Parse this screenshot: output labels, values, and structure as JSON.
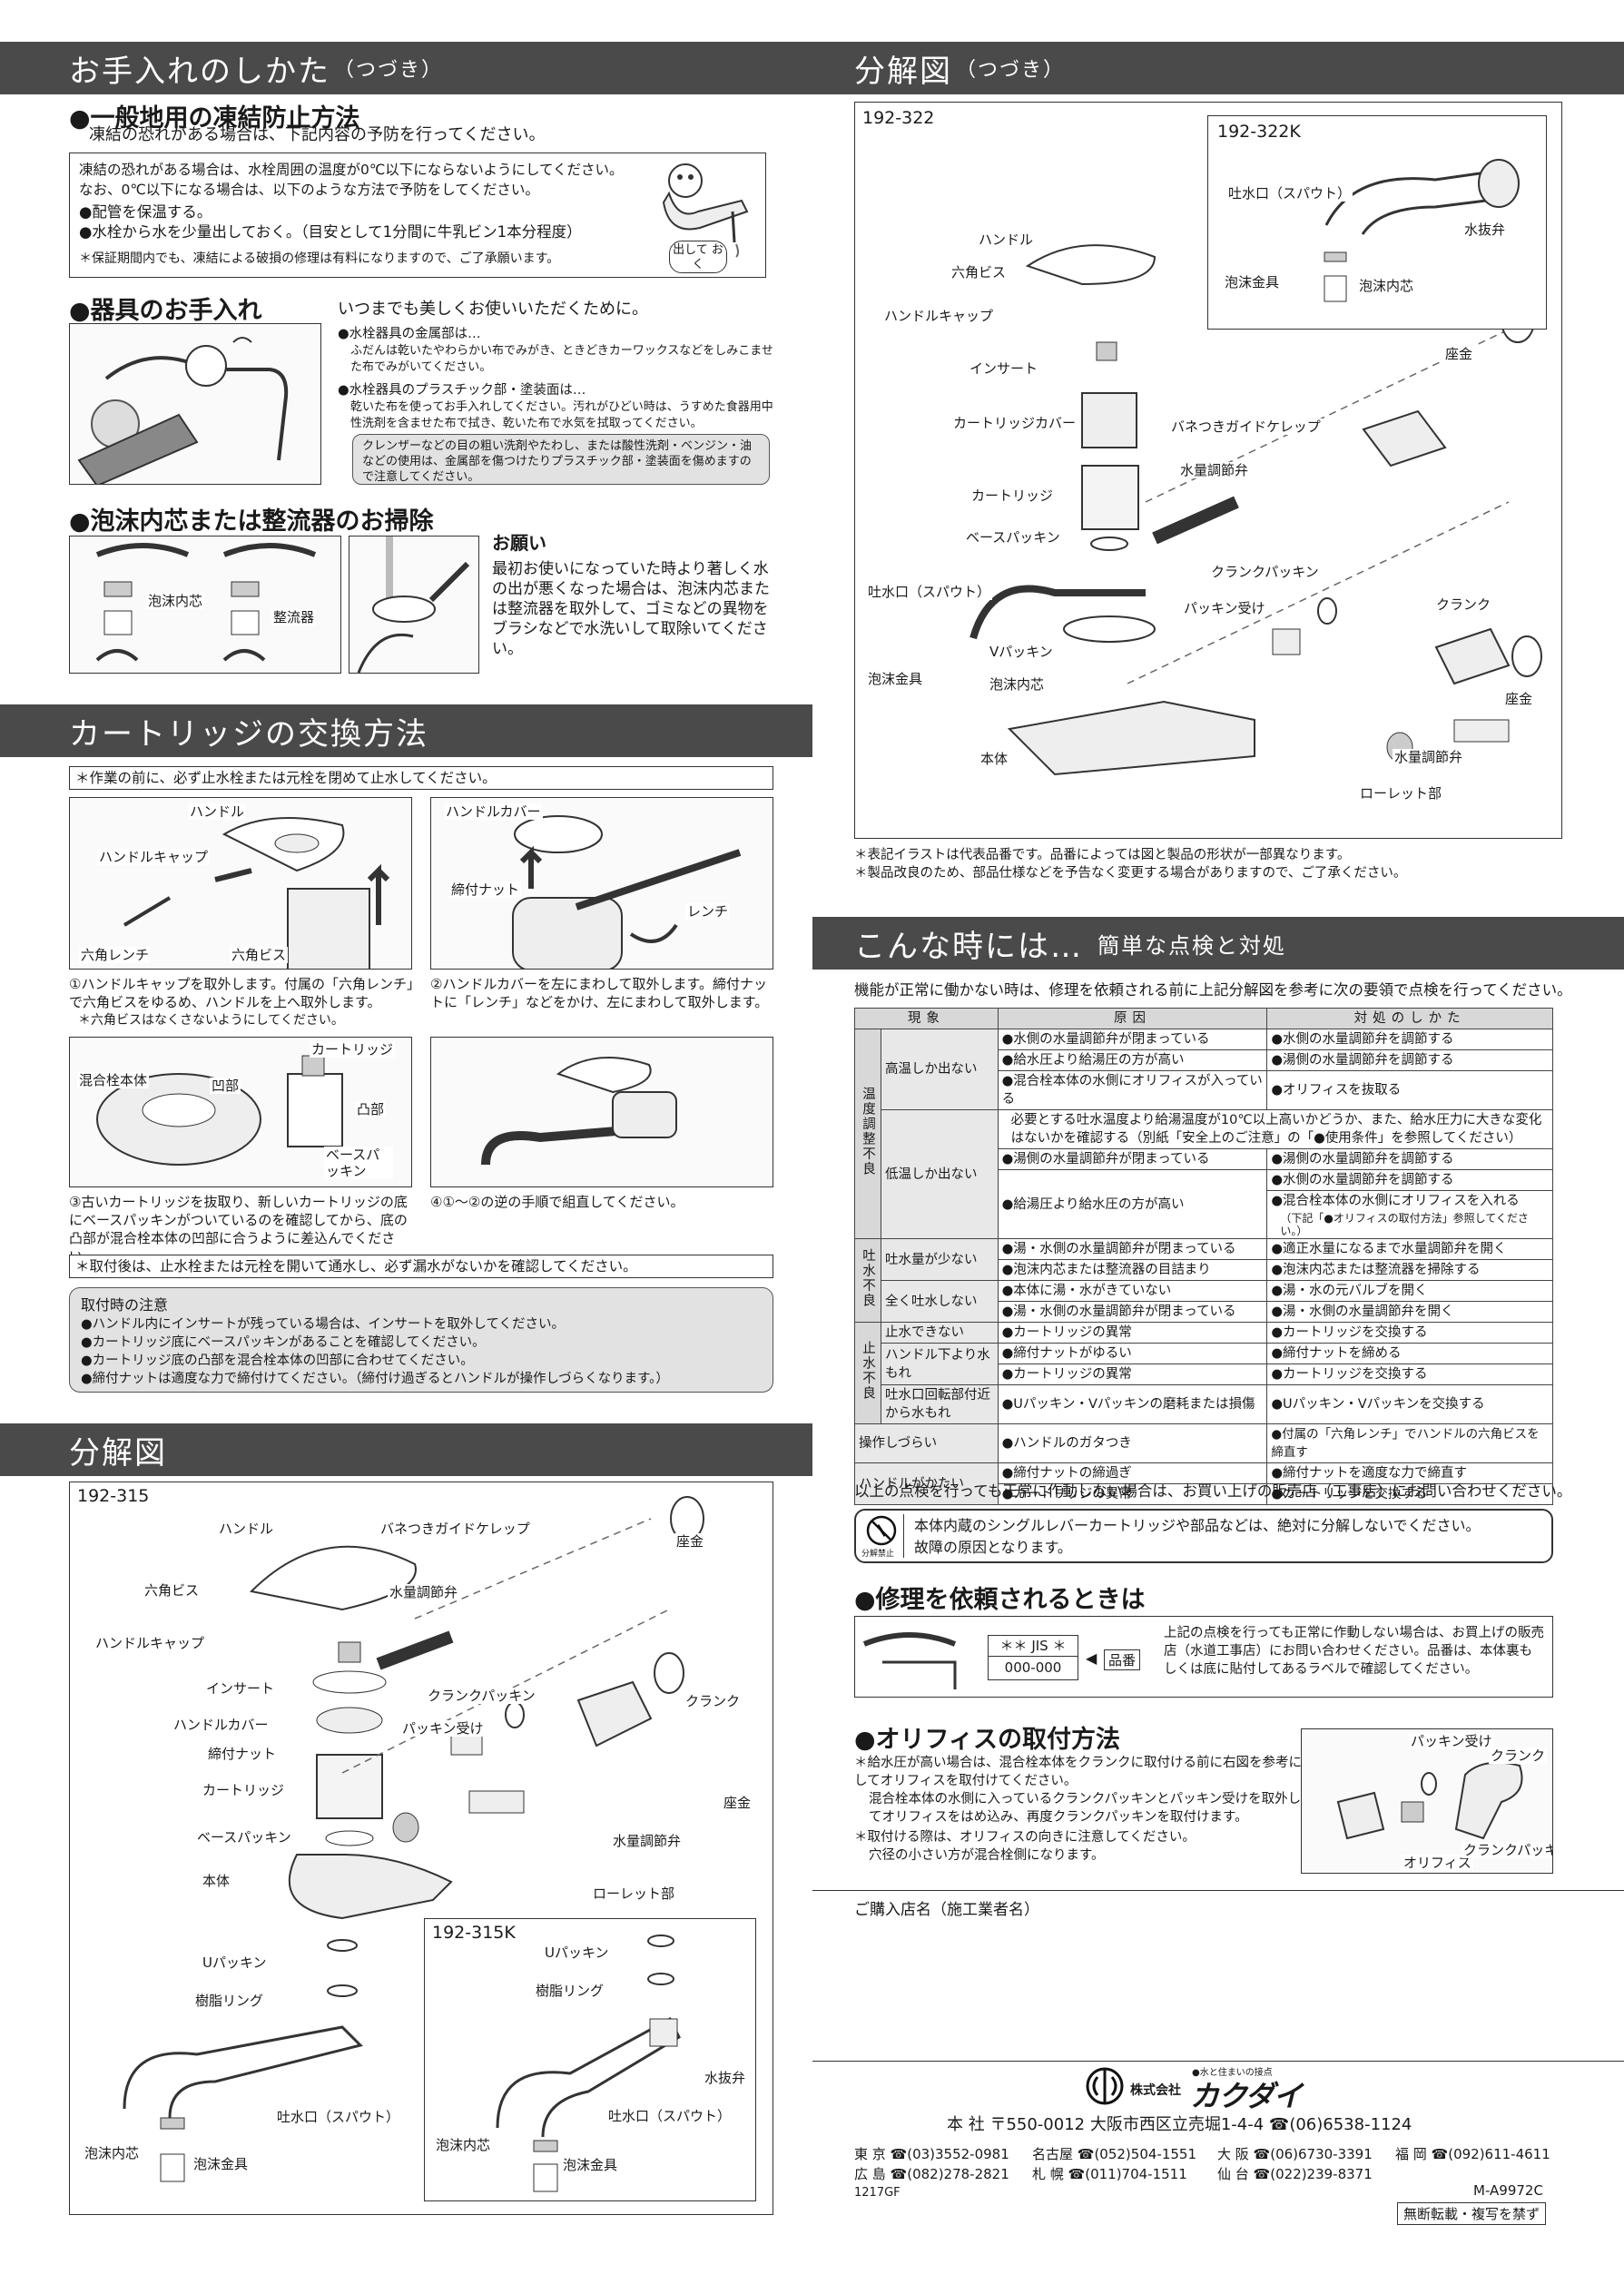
{
  "care": {
    "section_title": "お手入れのしかた",
    "section_suffix": "（つづき）",
    "freeze": {
      "heading": "●一般地用の凍結防止方法",
      "intro": "凍結の恐れがある場合は、下記内容の予防を行ってください。",
      "line1": "凍結の恐れがある場合は、水栓周囲の温度が0℃以下にならないようにしてください。",
      "line2": "なお、0℃以下になる場合は、以下のような方法で予防をしてください。",
      "item1": "●配管を保温する。",
      "item2": "●水栓から水を少量出しておく。（目安として1分間に牛乳ビン1本分程度）",
      "warranty": "＊保証期間内でも、凍結による破損の修理は有料になりますので、ご了承願います。",
      "bubble": "出して おく"
    },
    "fixture": {
      "heading": "●器具のお手入れ",
      "lead": "いつまでも美しくお使いいただくために。",
      "metal_title": "●水栓器具の金属部は…",
      "metal_text": "ふだんは乾いたやわらかい布でみがき、ときどきカーワックスなどをしみこませた布でみがいてください。",
      "plastic_title": "●水栓器具のプラスチック部・塗装面は…",
      "plastic_text": "乾いた布を使ってお手入れしてください。汚れがひどい時は、うすめた食器用中性洗剤を含ませた布で拭き、乾いた布で水気を拭取ってください。",
      "caution": "クレンザーなどの目の粗い洗剤やたわし、または酸性洗剤・ベンジン・油などの使用は、金属部を傷つけたりプラスチック部・塗装面を傷めますので注意してください。"
    },
    "aerator": {
      "heading": "●泡沫内芯または整流器のお掃除",
      "label1": "泡沫内芯",
      "label2": "整流器",
      "request_title": "お願い",
      "request_text": "最初お使いになっていた時より著しく水の出が悪くなった場合は、泡沫内芯または整流器を取外して、ゴミなどの異物をブラシなどで水洗いして取除いてください。"
    }
  },
  "cartridge": {
    "section_title": "カートリッジの交換方法",
    "pre_note": "＊作業の前に、必ず止水栓または元栓を閉めて止水してください。",
    "fig1": {
      "handle": "ハンドル",
      "cap": "ハンドルキャップ",
      "wrench": "六角レンチ",
      "screw": "六角ビス"
    },
    "fig2": {
      "cover": "ハンドルカバー",
      "nut": "締付ナット",
      "wrench": "レンチ"
    },
    "fig3": {
      "cartridge": "カートリッジ",
      "body": "混合栓本体",
      "recess": "凹部",
      "boss": "凸部",
      "packing": "ベースパッキン"
    },
    "step1": "①ハンドルキャップを取外します。付属の「六角レンチ」で六角ビスをゆるめ、ハンドルを上へ取外します。",
    "step1_note": "＊六角ビスはなくさないようにしてください。",
    "step2": "②ハンドルカバーを左にまわして取外します。締付ナットに「レンチ」などをかけ、左にまわして取外します。",
    "step3": "③古いカートリッジを抜取り、新しいカートリッジの底にベースパッキンがついているのを確認してから、底の凸部が混合栓本体の凹部に合うように差込んでください。",
    "step4": "④①～②の逆の手順で組直してください。",
    "post_note": "＊取付後は、止水栓または元栓を開いて通水し、必ず漏水がないかを確認してください。",
    "caution_title": "取付時の注意",
    "caution1": "●ハンドル内にインサートが残っている場合は、インサートを取外してください。",
    "caution2": "●カートリッジ底にベースパッキンがあることを確認してください。",
    "caution3": "●カートリッジ底の凸部を混合栓本体の凹部に合わせてください。",
    "caution4": "●締付ナットは適度な力で締付けてください。（締付け過ぎるとハンドルが操作しづらくなります。）"
  },
  "exploded_left": {
    "section_title": "分解図",
    "model_main": "192-315",
    "model_sub": "192-315K",
    "labels": {
      "handle": "ハンドル",
      "hex_screw": "六角ビス",
      "handle_cap": "ハンドルキャップ",
      "insert": "インサート",
      "handle_cover": "ハンドルカバー",
      "nut": "締付ナット",
      "cartridge": "カートリッジ",
      "base_packing": "ベースパッキン",
      "body": "本体",
      "u_packing": "Uパッキン",
      "resin_ring": "樹脂リング",
      "spout": "吐水口（スパウト）",
      "aerator_core": "泡沫内芯",
      "aerator_fitting": "泡沫金具",
      "guide_valve": "バネつきガイドケレップ",
      "flow_valve": "水量調節弁",
      "crank_packing": "クランクパッキン",
      "packing_seat": "パッキン受け",
      "crank": "クランク",
      "seat": "座金",
      "flow_valve2": "水量調節弁",
      "knurl": "ローレット部",
      "u_packing_k": "Uパッキン",
      "resin_ring_k": "樹脂リング",
      "drain_valve_k": "水抜弁",
      "spout_k": "吐水口（スパウト）",
      "aerator_core_k": "泡沫内芯",
      "aerator_fitting_k": "泡沫金具"
    }
  },
  "exploded_right": {
    "section_title": "分解図",
    "section_suffix": "（つづき）",
    "model_main": "192-322",
    "model_sub": "192-322K",
    "labels": {
      "spout_k": "吐水口（スパウト）",
      "drain_k": "水抜弁",
      "fitting_k": "泡沫金具",
      "core_k": "泡沫内芯",
      "handle": "ハンドル",
      "hex_screw": "六角ビス",
      "handle_cap": "ハンドルキャップ",
      "insert": "インサート",
      "cart_cover": "カートリッジカバー",
      "guide_valve": "バネつきガイドケレップ",
      "seat": "座金",
      "cartridge": "カートリッジ",
      "flow_valve": "水量調節弁",
      "base_packing": "ベースパッキン",
      "crank_packing": "クランクパッキン",
      "spout": "吐水口（スパウト）",
      "packing_seat": "パッキン受け",
      "crank": "クランク",
      "v_packing": "Vパッキン",
      "fitting": "泡沫金具",
      "core": "泡沫内芯",
      "seat2": "座金",
      "body": "本体",
      "flow_valve2": "水量調節弁",
      "knurl": "ローレット部"
    },
    "note1": "＊表記イラストは代表品番です。品番によっては図と製品の形状が一部異なります。",
    "note2": "＊製品改良のため、部品仕様などを予告なく変更する場合がありますので、ご了承ください。"
  },
  "trouble": {
    "section_title": "こんな時には…",
    "section_sub": "簡単な点検と対処",
    "intro": "機能が正常に働かない時は、修理を依頼される前に上記分解図を参考に次の要領で点検を行ってください。",
    "headers": {
      "phenomenon": "現象",
      "cause": "原因",
      "remedy": "対処のしかた"
    },
    "groups": {
      "temp": "温度調整不良",
      "water": "吐水不良",
      "stop": "止水不良"
    },
    "rows": {
      "high_only": "高温しか出ない",
      "high_c1": "●水側の水量調節弁が閉まっている",
      "high_r1": "●水側の水量調節弁を調節する",
      "high_c2": "●給水圧より給湯圧の方が高い",
      "high_r2": "●湯側の水量調節弁を調節する",
      "high_c3": "●混合栓本体の水側にオリフィスが入っている",
      "high_r3": "●オリフィスを抜取る",
      "low_only": "低温しか出ない",
      "low_span": "必要とする吐水温度より給湯温度が10℃以上高いかどうか、また、給水圧力に大きな変化はないかを確認する（別紙「安全上のご注意」の「●使用条件」を参照してください）",
      "low_c1": "●湯側の水量調節弁が閉まっている",
      "low_r1": "●湯側の水量調節弁を調節する",
      "low_c2": "●給湯圧より給水圧の方が高い",
      "low_r2a": "●水側の水量調節弁を調節する",
      "low_r2b": "●混合栓本体の水側にオリフィスを入れる",
      "low_r2c": "（下記「●オリフィスの取付方法」参照してください。）",
      "less": "吐水量が少ない",
      "less_c1": "●湯・水側の水量調節弁が閉まっている",
      "less_r1": "●適正水量になるまで水量調節弁を開く",
      "less_c2": "●泡沫内芯または整流器の目詰まり",
      "less_r2": "●泡沫内芯または整流器を掃除する",
      "none": "全く吐水しない",
      "none_c1": "●本体に湯・水がきていない",
      "none_r1": "●湯・水の元バルブを開く",
      "none_c2": "●湯・水側の水量調節弁が閉まっている",
      "none_r2": "●湯・水側の水量調節弁を開く",
      "nostop": "止水できない",
      "nostop_c": "●カートリッジの異常",
      "nostop_r": "●カートリッジを交換する",
      "leak_handle": "ハンドル下より水もれ",
      "leak_c1": "●締付ナットがゆるい",
      "leak_r1": "●締付ナットを締める",
      "leak_c2": "●カートリッジの異常",
      "leak_r2": "●カートリッジを交換する",
      "leak_spout": "吐水口回転部付近から水もれ",
      "leak_spout_c": "●Uパッキン・Vパッキンの磨耗または損傷",
      "leak_spout_r": "●Uパッキン・Vパッキンを交換する",
      "hard": "操作しづらい",
      "hard_c": "●ハンドルのガタつき",
      "hard_r": "●付属の「六角レンチ」でハンドルの六角ビスを締直す",
      "stiff": "ハンドルがかたい",
      "stiff_c1": "●締付ナットの締過ぎ",
      "stiff_r1": "●締付ナットを適度な力で締直す",
      "stiff_c2": "●カートリッジの異常",
      "stiff_r2": "●カートリッジを交換する"
    },
    "after": "以上の点検を行っても正常に作動しない場合は、お買い上げの販売店（工事店）にお問い合わせください。",
    "no_disassemble_icon": "分解禁止",
    "warning1": "本体内蔵のシングルレバーカートリッジや部品などは、絶対に分解しないでください。",
    "warning2": "故障の原因となります。"
  },
  "repair": {
    "heading": "●修理を依頼されるときは",
    "label_top": "＊＊ JIS ＊",
    "label_bottom": "000-000",
    "arrow_label": "品番",
    "text": "上記の点検を行っても正常に作動しない場合は、お買上げの販売店（水道工事店）にお問い合わせください。品番は、本体裏もしくは底に貼付してあるラベルで確認してください。"
  },
  "orifice": {
    "heading": "●オリフィスの取付方法",
    "text1": "＊給水圧が高い場合は、混合栓本体をクランクに取付ける前に右図を参考にしてオリフィスを取付けてください。",
    "text2": "混合栓本体の水側に入っているクランクパッキンとパッキン受けを取外してオリフィスをはめ込み、再度クランクパッキンを取付けます。",
    "text3": "＊取付ける際は、オリフィスの向きに注意してください。",
    "text4": "穴径の小さい方が混合栓側になります。",
    "label_seat": "パッキン受け",
    "label_crank": "クランク",
    "label_orifice": "オリフィス",
    "label_packing": "クランクパッキン"
  },
  "footer": {
    "purchase": "ご購入店名（施工業者名）",
    "tagline": "●水と住まいの接点",
    "company_prefix": "株式会社",
    "company": "カクダイ",
    "hq": "本 社 〒550-0012 大阪市西区立売堀1-4-4 ☎(06)6538-1124",
    "phones_row1": [
      "東 京 ☎(03)3552-0981",
      "名古屋 ☎(052)504-1551",
      "大 阪 ☎(06)6730-3391",
      "福 岡 ☎(092)611-4611"
    ],
    "phones_row2": [
      "広 島 ☎(082)278-2821",
      "札 幌 ☎(011)704-1511",
      "仙 台 ☎(022)239-8371"
    ],
    "code": "1217GF",
    "doc_id": "M-A9972C",
    "copyright": "無断転載・複写を禁ず"
  }
}
